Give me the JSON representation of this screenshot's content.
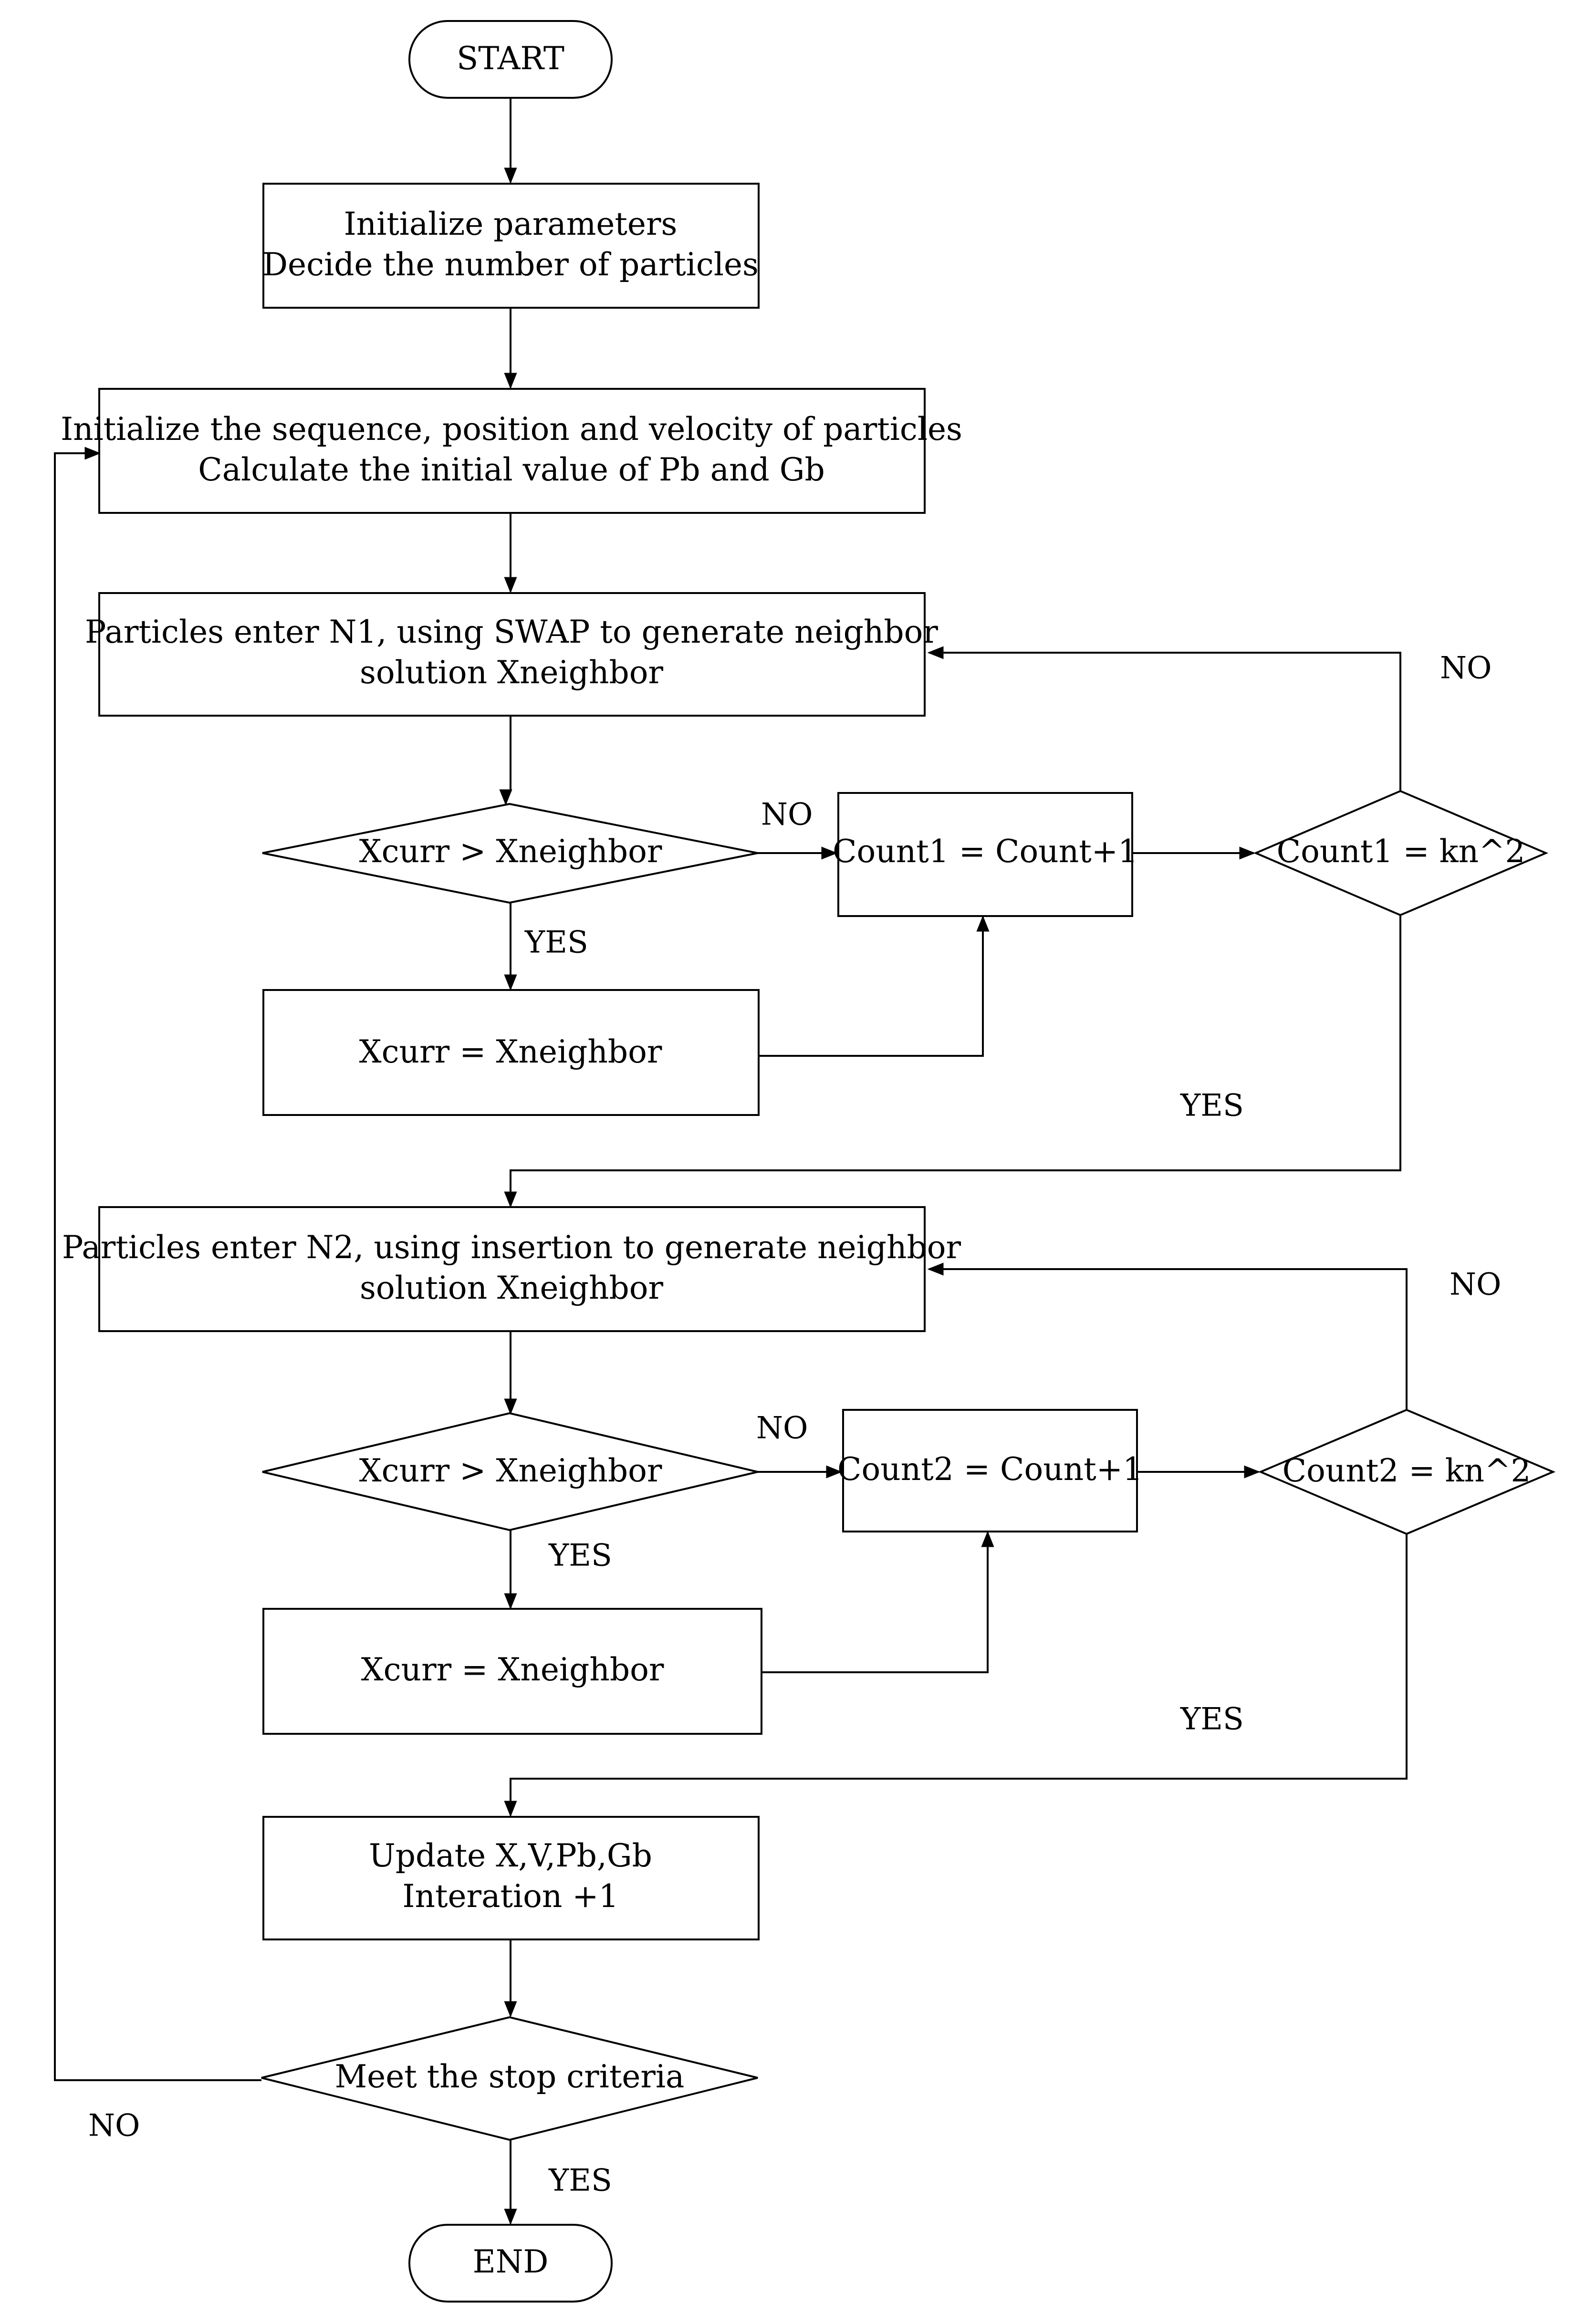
{
  "nodes": {
    "start": "START",
    "init_params_1": "Initialize parameters",
    "init_params_2": "Decide the number of particles",
    "init_seq_1": "Initialize the sequence, position and velocity of particles",
    "init_seq_2": "Calculate the initial value of Pb and Gb",
    "n1_enter_1": "Particles enter N1, using SWAP to generate neighbor",
    "n1_enter_2": "solution Xneighbor",
    "n1_compare": "Xcurr > Xneighbor",
    "n1_assign": "Xcurr = Xneighbor",
    "n1_count": "Count1 = Count+1",
    "n1_check": "Count1 = kn^2",
    "n2_enter_1": "Particles enter N2, using insertion to generate neighbor",
    "n2_enter_2": "solution Xneighbor",
    "n2_compare": "Xcurr > Xneighbor",
    "n2_assign": "Xcurr = Xneighbor",
    "n2_count": "Count2 = Count+1",
    "n2_check": "Count2 = kn^2",
    "update_1": "Update X,V,Pb,Gb",
    "update_2": "Interation +1",
    "stop_check": "Meet the stop criteria",
    "end": "END"
  },
  "edge_labels": {
    "n1_no_compare": "NO",
    "n1_yes_compare": "YES",
    "n1_no_check": "NO",
    "n1_yes_check": "YES",
    "n2_no_compare": "NO",
    "n2_yes_compare": "YES",
    "n2_no_check": "NO",
    "n2_yes_check": "YES",
    "stop_no": "NO",
    "stop_yes": "YES"
  },
  "colors": {
    "stroke": "#000000",
    "fill": "#ffffff",
    "text": "#000000"
  }
}
